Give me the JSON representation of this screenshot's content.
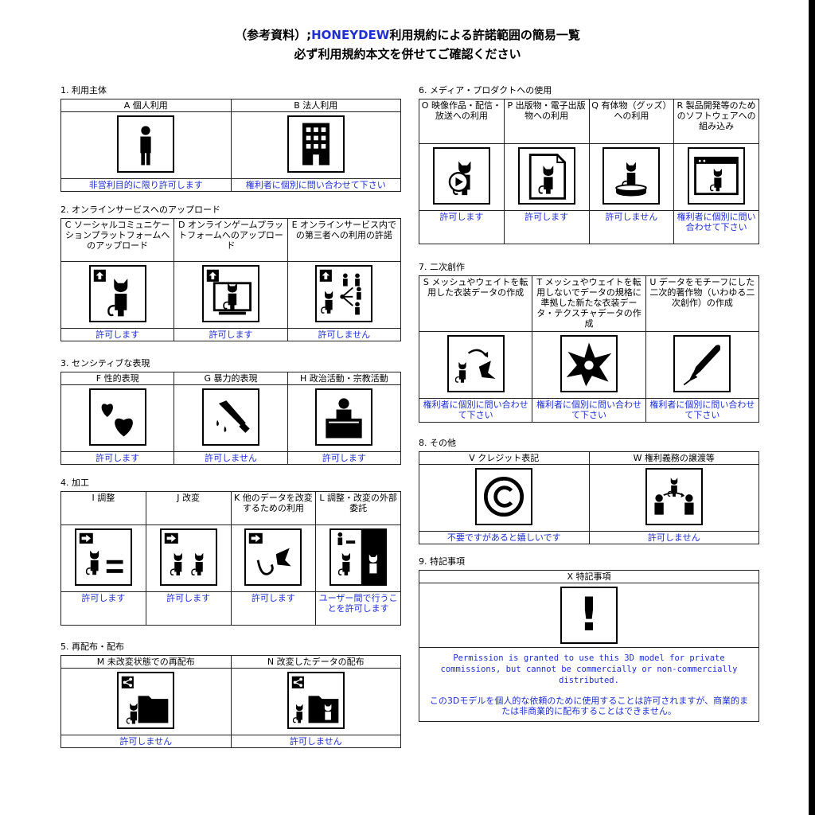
{
  "header": {
    "title_prefix": "（参考資料）;",
    "title_brand": "HONEYDEW",
    "title_suffix": "利用規約による許諾範囲の簡易一覧",
    "subtitle": "必ず利用規約本文を併せてご確認ください"
  },
  "colors": {
    "link_blue": "#1f2fd0",
    "border": "#222222"
  },
  "sections": {
    "s1": {
      "title": "1. 利用主体",
      "cells": [
        {
          "label": "A 個人利用",
          "icon": "person-icon",
          "status": "非営利目的に限り許可します"
        },
        {
          "label": "B 法人利用",
          "icon": "building-icon",
          "status": "権利者に個別に問い合わせて下さい"
        }
      ]
    },
    "s2": {
      "title": "2. オンラインサービスへのアップロード",
      "cells": [
        {
          "label": "C ソーシャルコミュニケーションプラットフォームへのアップロード",
          "icon": "upload-avatar-icon",
          "status": "許可します"
        },
        {
          "label": "D オンラインゲームプラットフォームへのアップロード",
          "icon": "upload-monitor-icon",
          "status": "許可します"
        },
        {
          "label": "E オンラインサービス内での第三者への利用の許諾",
          "icon": "upload-share-icon",
          "status": "許可しません"
        }
      ]
    },
    "s3": {
      "title": "3. センシティブな表現",
      "cells": [
        {
          "label": "F 性的表現",
          "icon": "hearts-icon",
          "status": "許可します"
        },
        {
          "label": "G 暴力的表現",
          "icon": "knife-icon",
          "status": "許可しません"
        },
        {
          "label": "H 政治活動・宗教活動",
          "icon": "podium-icon",
          "status": "許可します"
        }
      ]
    },
    "s4": {
      "title": "4. 加工",
      "cells": [
        {
          "label": "I 調整",
          "icon": "adjust-icon",
          "status": "許可します"
        },
        {
          "label": "J 改変",
          "icon": "modify-icon",
          "status": "許可します"
        },
        {
          "label": "K 他のデータを改変するための利用",
          "icon": "reuse-icon",
          "status": "許可します"
        },
        {
          "label": "L 調整・改変の外部委託",
          "icon": "outsource-icon",
          "status": "ユーザー間で行うことを許可します"
        }
      ]
    },
    "s5": {
      "title": "5. 再配布・配布",
      "cells": [
        {
          "label": "M 未改変状態での再配布",
          "icon": "share-folder-icon",
          "status": "許可しません"
        },
        {
          "label": "N 改変したデータの配布",
          "icon": "share-modified-icon",
          "status": "許可しません"
        }
      ]
    },
    "s6": {
      "title": "6. メディア・プロダクトへの使用",
      "cells": [
        {
          "label": "O 映像作品・配信・放送への利用",
          "icon": "video-icon",
          "status": "許可します"
        },
        {
          "label": "P 出版物・電子出版物への利用",
          "icon": "publication-icon",
          "status": "許可します"
        },
        {
          "label": "Q 有体物（グッズ）への利用",
          "icon": "figure-icon",
          "status": "許可しません"
        },
        {
          "label": "R 製品開発等のためのソフトウェアへの組み込み",
          "icon": "software-icon",
          "status": "権利者に個別に問い合わせて下さい"
        }
      ]
    },
    "s7": {
      "title": "7. 二次創作",
      "cells": [
        {
          "label": "S メッシュやウェイトを転用した衣装データの作成",
          "icon": "mesh-transfer-icon",
          "status": "権利者に個別に問い合わせて下さい"
        },
        {
          "label": "T メッシュやウェイトを転用しないでデータの規格に準拠した新たな衣装データ・テクスチャデータの作成",
          "icon": "bow-icon",
          "status": "権利者に個別に問い合わせて下さい"
        },
        {
          "label": "U データをモチーフにした二次的著作物（いわゆる二次創作）の作成",
          "icon": "pen-icon",
          "status": "権利者に個別に問い合わせて下さい"
        }
      ]
    },
    "s8": {
      "title": "8. その他",
      "cells": [
        {
          "label": "V クレジット表記",
          "icon": "copyright-icon",
          "status": "不要ですがあると嬉しいです"
        },
        {
          "label": "W 権利義務の譲渡等",
          "icon": "transfer-icon",
          "status": "許可しません"
        }
      ]
    },
    "s9": {
      "title": "9. 特記事項",
      "label": "X 特記事項",
      "icon": "exclamation-icon",
      "mark": "!",
      "note_en": "Permission is granted to use this 3D model for private commissions, but cannot be commercially or non-commercially distributed.",
      "note_jp": "この3Dモデルを個人的な依頼のために使用することは許可されますが、商業的または非商業的に配布することはできません。"
    }
  }
}
